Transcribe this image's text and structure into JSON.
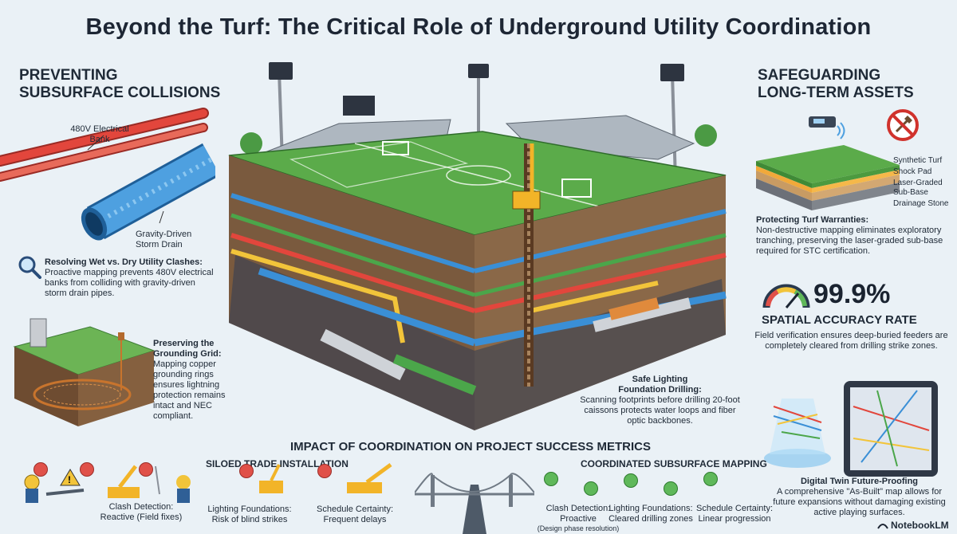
{
  "title": "Beyond the Turf: The Critical Role of Underground Utility Coordination",
  "left": {
    "heading_line1": "PREVENTING",
    "heading_line2": "SUBSURFACE COLLISIONS",
    "pipe_label_1_line1": "480V Electrical",
    "pipe_label_1_line2": "Bank",
    "pipe_label_2_line1": "Gravity-Driven",
    "pipe_label_2_line2": "Storm Drain",
    "clash_title": "Resolving Wet vs. Dry Utility Clashes:",
    "clash_text": "Proactive mapping prevents 480V electrical banks from colliding with gravity-driven storm drain pipes.",
    "grounding_title_line1": "Preserving the",
    "grounding_title_line2": "Grounding Grid:",
    "grounding_text": "Mapping copper grounding rings ensures lightning protection remains intact and NEC compliant."
  },
  "center": {
    "drilling_title_line1": "Safe Lighting",
    "drilling_title_line2": "Foundation Drilling:",
    "drilling_text": "Scanning footprints before drilling 20-foot caissons protects water loops and fiber optic backbones."
  },
  "right": {
    "heading_line1": "SAFEGUARDING",
    "heading_line2": "LONG-TERM ASSETS",
    "layers": [
      "Synthetic Turf",
      "Shock Pad",
      "Laser-Graded Sub-Base",
      "Drainage Stone"
    ],
    "warranty_title": "Protecting Turf Warranties:",
    "warranty_text": "Non-destructive mapping eliminates exploratory tranching, preserving the laser-graded sub-base required for STC certification.",
    "accuracy_value": "99.9%",
    "accuracy_label": "SPATIAL ACCURACY RATE",
    "accuracy_text": "Field verification ensures deep-buried feeders are completely cleared from drilling strike zones.",
    "twin_title": "Digital Twin Future-Proofing",
    "twin_text": "A comprehensive \"As-Built\" map allows for future expansions without damaging existing active playing surfaces."
  },
  "bottom": {
    "heading": "IMPACT OF COORDINATION ON PROJECT SUCCESS METRICS",
    "siloed_title": "SILOED TRADE INSTALLATION",
    "coordinated_title": "COORDINATED SUBSURFACE MAPPING",
    "siloed": [
      {
        "label": "Clash Detection:",
        "value": "Reactive (Field fixes)"
      },
      {
        "label": "Lighting Foundations:",
        "value": "Risk of blind strikes"
      },
      {
        "label": "Schedule Certainty:",
        "value": "Frequent delays"
      }
    ],
    "coordinated": [
      {
        "label": "Clash Detection:",
        "value": "Proactive",
        "note": "(Design phase resolution)"
      },
      {
        "label": "Lighting Foundations:",
        "value": "Cleared drilling zones"
      },
      {
        "label": "Schedule Certainty:",
        "value": "Linear progression"
      }
    ]
  },
  "footer": {
    "brand": "NotebookLM"
  },
  "colors": {
    "red_pipe": "#e2463c",
    "blue_pipe": "#3a8fd6",
    "yellow_pipe": "#f2c43a",
    "green_pipe": "#4ba64a",
    "turf": "#5bab4a",
    "soil": "#7a5a3e",
    "background": "#eaf1f6"
  }
}
